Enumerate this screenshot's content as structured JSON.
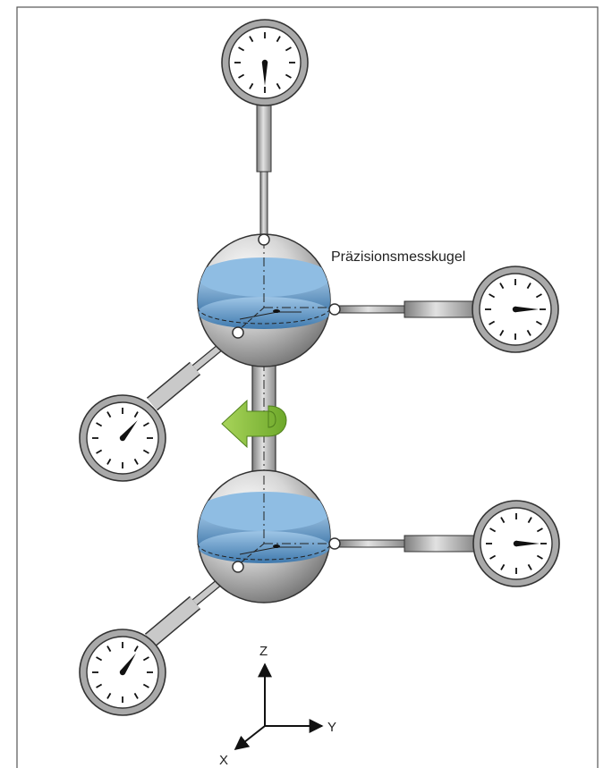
{
  "diagram": {
    "sphere_label": "Präzisionsmesskugel",
    "axes": {
      "z": "Z",
      "y": "Y",
      "x": "X"
    }
  },
  "colors": {
    "frame": "#555555",
    "gauge_ring": "#aaaaaa",
    "rotation_arrow": "#86c33f",
    "fluid": "#5b96c8",
    "sphere": "#c8c8c8",
    "stem": "#b9b9b9"
  },
  "icons": {
    "dial_gauge": "dial-gauge-icon",
    "rotation": "rotation-arrow-icon",
    "sphere": "precision-sphere-icon"
  }
}
